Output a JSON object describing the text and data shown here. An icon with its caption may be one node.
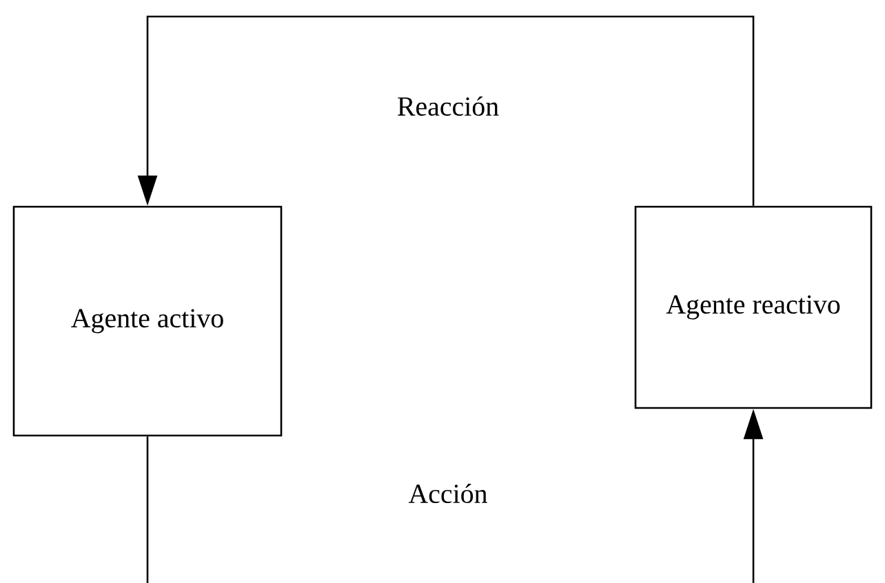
{
  "diagram": {
    "nodes": [
      {
        "text": [
          "Agente activo"
        ]
      },
      {
        "text": [
          "Agente reactivo"
        ]
      }
    ],
    "edges": [
      {
        "from": 1,
        "to": 0,
        "arrow": "to",
        "label": "Reacción"
      },
      {
        "from": 0,
        "to": null,
        "arrow": "none"
      },
      {
        "from": null,
        "to": 1,
        "arrow": "to"
      }
    ],
    "labels": [
      "Acción"
    ]
  }
}
